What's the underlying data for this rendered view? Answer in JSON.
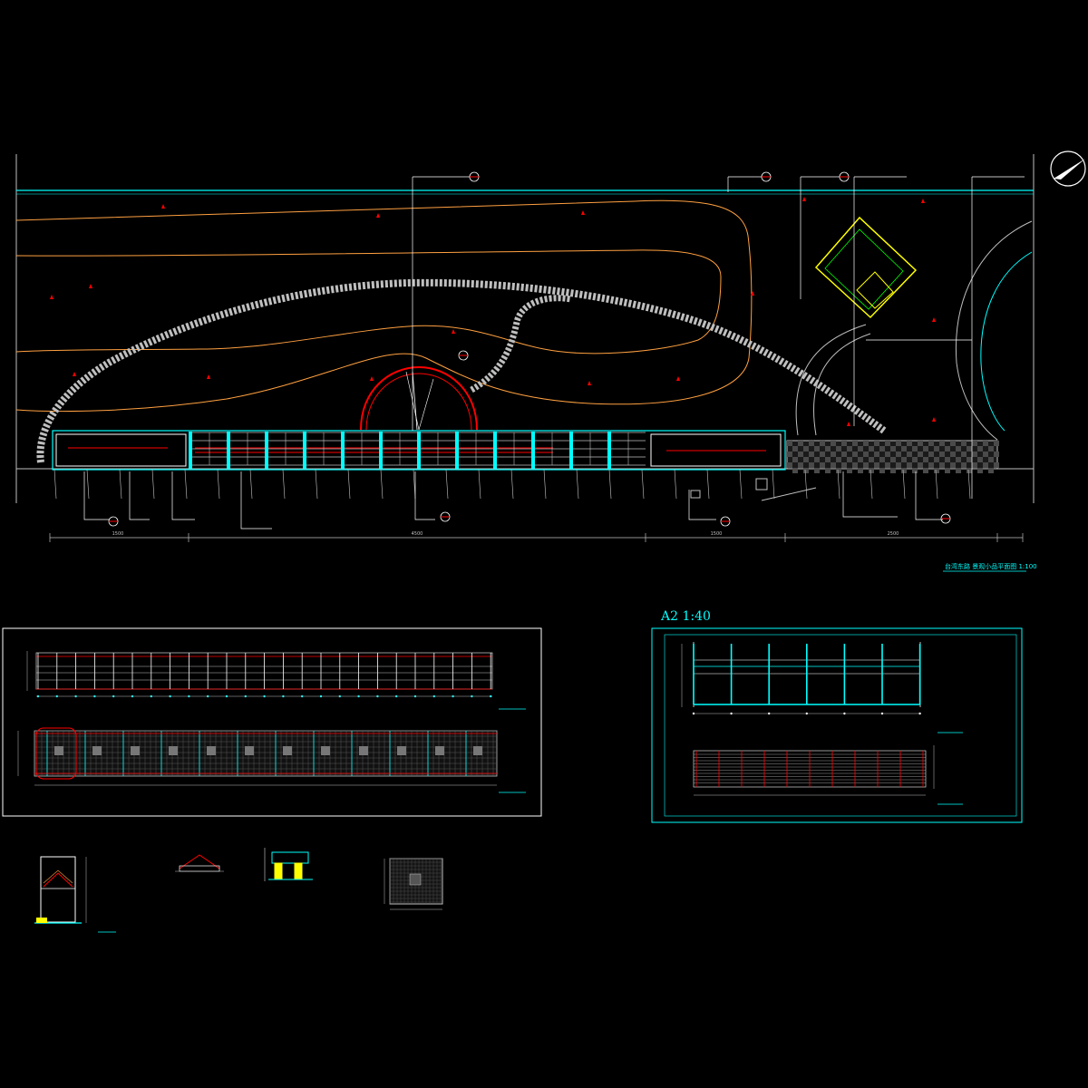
{
  "drawing": {
    "site_plan": {
      "title_text": "台湾东路 景观小品平面图 1:100",
      "scale_note": "1:100",
      "dim_labels": [
        "1500",
        "4500",
        "1500",
        "2500"
      ]
    },
    "detail_a2": {
      "title": "A2  1:40"
    },
    "elevation_sheet": {},
    "small_details": {},
    "colors": {
      "background": "#000000",
      "cyan": "#00ffff",
      "red": "#ff0000",
      "orange": "#ffa040",
      "white": "#ffffff",
      "gray": "#bfbfbf",
      "yellow": "#ffff00",
      "green": "#00ff00",
      "blue": "#3f7fff"
    }
  }
}
